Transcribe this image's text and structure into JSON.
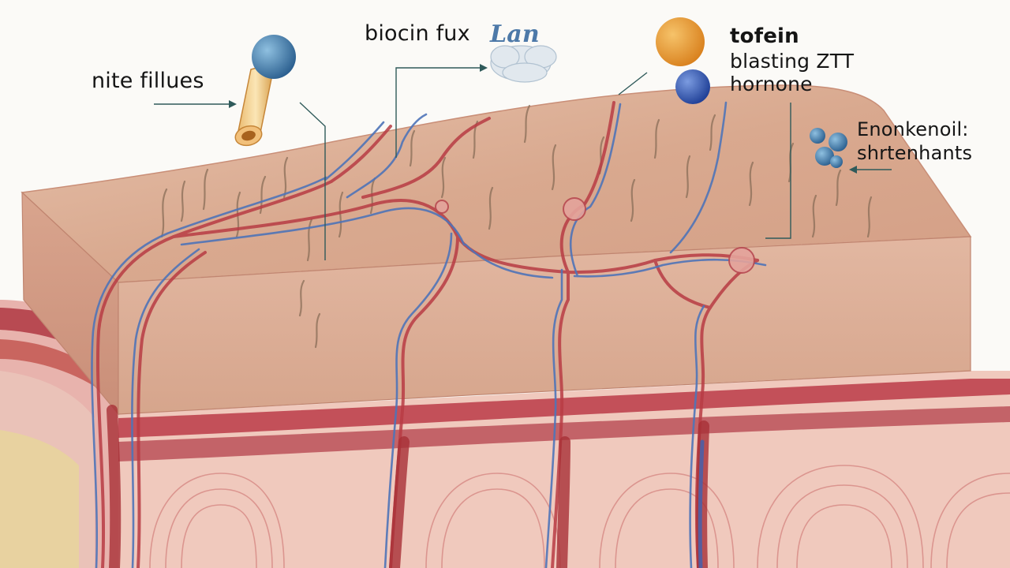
{
  "labels": {
    "nite_fillues": "nite fillues",
    "biocin_fux": "biocin fux",
    "lan": "Lan",
    "tofein": "tofein",
    "blasting_ztt": "blasting ZTT",
    "hormone": "hornone",
    "enonkenoil": "Enonkenoil:",
    "shrtenhants": "shrtenhants"
  },
  "colors": {
    "skin_top": "#d9a98f",
    "skin_front": "#dcae95",
    "dermis_red": "#b84a52",
    "dermis_pink": "#e8b3ad",
    "fat_yellow": "#efdca0",
    "vessel_red": "#b83c44",
    "vessel_blue": "#4f74b8",
    "molecule_orange": "#e5982f",
    "molecule_blue": "#2f55a8",
    "molecule_teal": "#3e77a6"
  }
}
